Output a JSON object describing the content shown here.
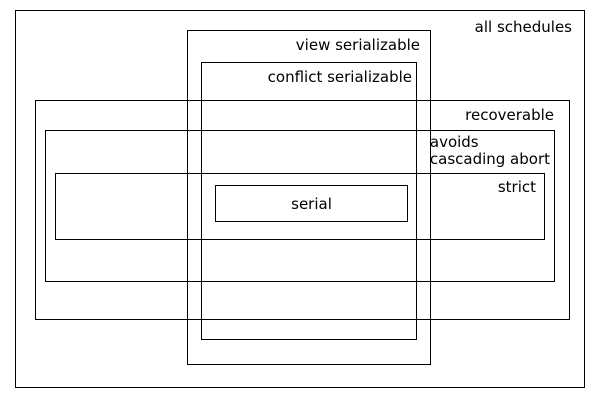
{
  "regions": {
    "all_schedules": {
      "label": "all schedules"
    },
    "view_serializable": {
      "label": "view serializable"
    },
    "conflict_serializable": {
      "label": "conflict serializable"
    },
    "recoverable": {
      "label": "recoverable"
    },
    "avoids_cascading_abort": {
      "label": "avoids\ncascading abort"
    },
    "strict": {
      "label": "strict"
    },
    "serial": {
      "label": "serial"
    }
  }
}
